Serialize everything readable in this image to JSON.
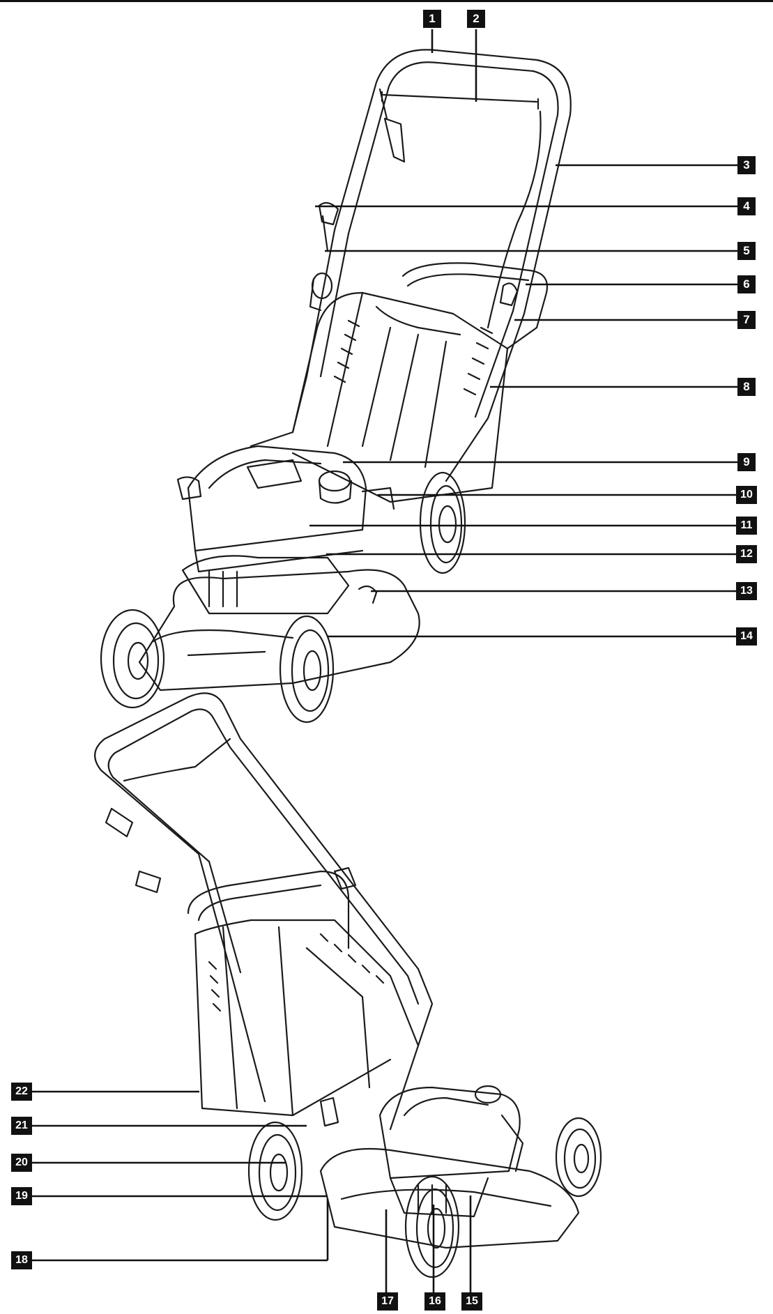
{
  "diagram": {
    "top_border": true,
    "line_color": "#111111",
    "callout_bg": "#111111",
    "callout_text": "#ffffff",
    "callouts": [
      "1",
      "2",
      "3",
      "4",
      "5",
      "6",
      "7",
      "8",
      "9",
      "10",
      "11",
      "12",
      "13",
      "14",
      "15",
      "16",
      "17",
      "18",
      "19",
      "20",
      "21",
      "22"
    ]
  }
}
